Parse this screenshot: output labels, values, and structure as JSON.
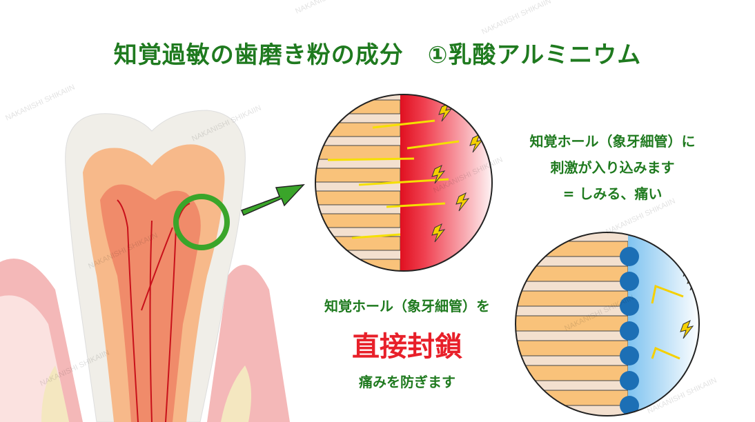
{
  "title": "知覚過敏の歯磨き粉の成分　①乳酸アルミニウム",
  "problem_text": [
    "知覚ホール（象牙細管）に",
    "刺激が入り込みます",
    "= しみる、痛い"
  ],
  "solution_text": {
    "line1": "知覚ホール（象牙細管）を",
    "emphasis": "直接封鎖",
    "line3": "痛みを防ぎます"
  },
  "watermark": "NAKANISHI SHIKAIIN",
  "colors": {
    "title": "#1f7a1f",
    "emphasis": "#e8202a",
    "tubule": "#f9c27a",
    "highlight_circle": "#3aa52a"
  }
}
